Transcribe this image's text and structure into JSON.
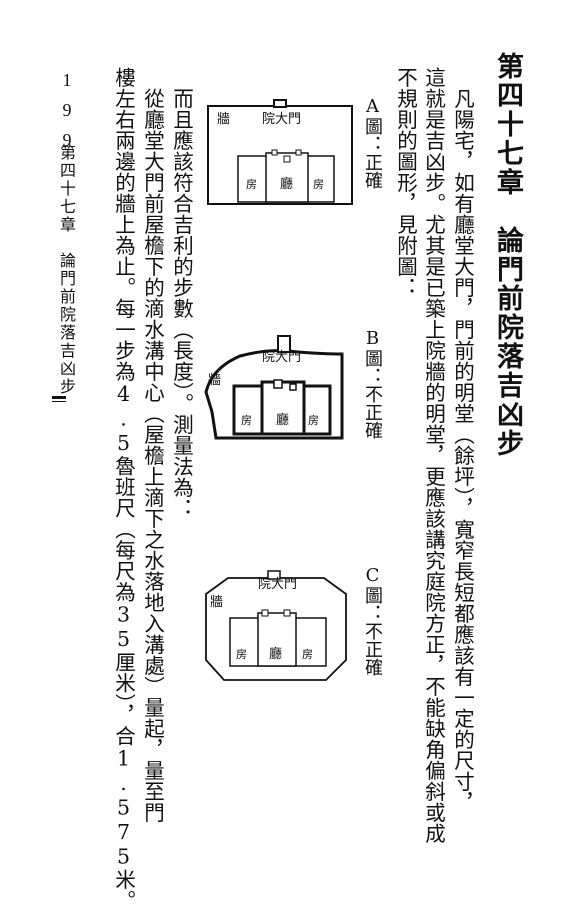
{
  "chapter_title": "第四十七章　論門前院落吉凶步",
  "body": {
    "line1": "凡陽宅，如有廳堂大門，門前的明堂（餘坪），寬窄長短都應該有一定的尺寸，",
    "line2": "這就是吉凶步。尤其是已築上院牆的明堂，更應該講究庭院方正，不能缺角偏斜或成",
    "line3": "不規則的圖形，見附圖：",
    "line4": "而且應該符合吉利的步數（長度）。測量法為：",
    "line5": "從廳堂大門前屋檐下的滴水溝中心（屋檐上滴下之水落地入溝處）量起，量至門",
    "line6": "樓左右兩邊的牆上為止。每一步為4.5魯班尺（每尺為35厘米），合1.575米。"
  },
  "captions": {
    "a": "A圖：正確",
    "b": "B圖：不正確",
    "c": "C圖：不正確"
  },
  "diagram_labels": {
    "gate": "院大門",
    "wall": "牆",
    "hall": "廳",
    "room": "房"
  },
  "footer": {
    "page_number": "199",
    "running_head": "第四十七章　論門前院落吉凶步"
  }
}
